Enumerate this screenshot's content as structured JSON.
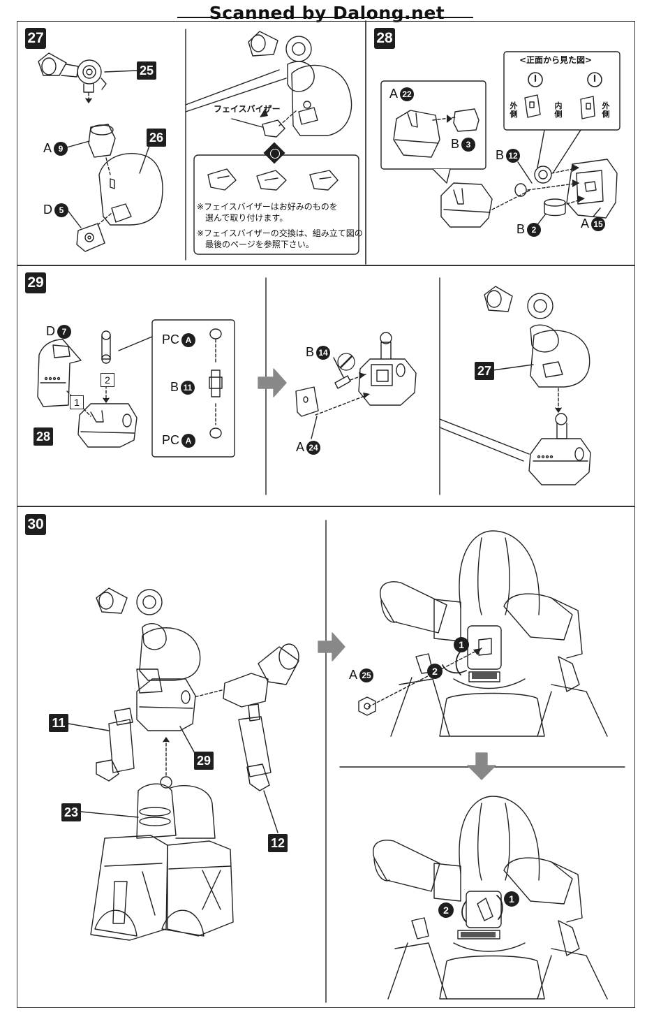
{
  "watermark": "Scanned by Dalong.net",
  "steps": {
    "s27": {
      "number": "27",
      "refs": {
        "r25": "25",
        "r26": "26"
      },
      "labels": {
        "a9": {
          "letter": "A",
          "num": "9"
        },
        "d5": {
          "letter": "D",
          "num": "5"
        }
      },
      "face_visor_label": "フェイスバイザー",
      "note1_l1": "※フェイスバイザーはお好みのものを",
      "note1_l2": "選んで取り付けます。",
      "note2_l1": "※フェイスバイザーの交換は、組み立て図の",
      "note2_l2": "最後のページを参照下さい。"
    },
    "s28": {
      "number": "28",
      "view_title": "<正面から見た図>",
      "outer_label": "外側",
      "inner_label": "内側",
      "outer_label_2": "外側",
      "labels": {
        "a22": {
          "letter": "A",
          "num": "22"
        },
        "b3": {
          "letter": "B",
          "num": "3"
        },
        "b12": {
          "letter": "B",
          "num": "12"
        },
        "b2": {
          "letter": "B",
          "num": "2"
        },
        "a15": {
          "letter": "A",
          "num": "15"
        }
      }
    },
    "s29": {
      "number": "29",
      "refs": {
        "r28": "28",
        "r27": "27"
      },
      "labels": {
        "d7": {
          "letter": "D",
          "num": "7"
        },
        "pc_top": {
          "letter": "PC",
          "num": "A"
        },
        "b11": {
          "letter": "B",
          "num": "11"
        },
        "pc_bottom": {
          "letter": "PC",
          "num": "A"
        },
        "b14": {
          "letter": "B",
          "num": "14"
        },
        "a24": {
          "letter": "A",
          "num": "24"
        }
      },
      "order": {
        "first": "1",
        "second": "2"
      }
    },
    "s30": {
      "number": "30",
      "refs": {
        "r11": "11",
        "r29": "29",
        "r23": "23",
        "r12": "12"
      },
      "labels": {
        "a25": {
          "letter": "A",
          "num": "25"
        }
      },
      "callouts": {
        "c1": "1",
        "c2": "2",
        "c3": "2",
        "c4": "1"
      }
    }
  }
}
